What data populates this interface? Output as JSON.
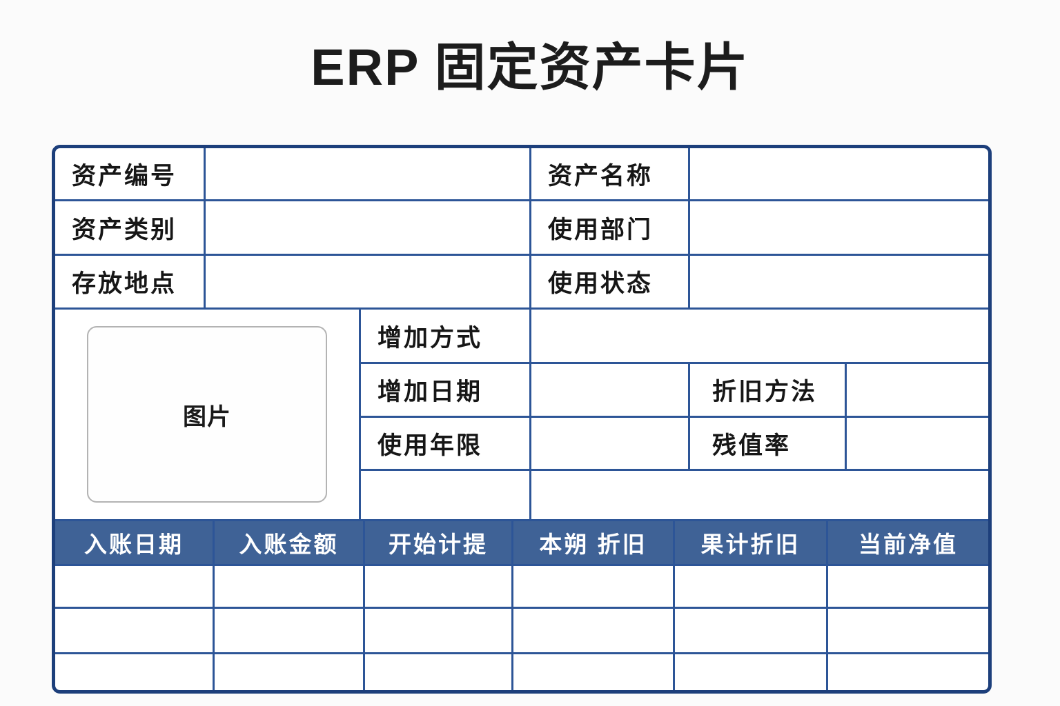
{
  "title": "ERP 固定资产卡片",
  "colors": {
    "line": "#2d5597",
    "outer_border": "#1d3f7b",
    "header_bg": "#3f6296",
    "header_text": "#ffffff",
    "page_bg": "#fbfbfb",
    "label_text": "#161616",
    "image_border": "#b3b3b3"
  },
  "info_rows": [
    {
      "left": {
        "label": "资产编号",
        "value": ""
      },
      "right": {
        "label": "资产名称",
        "value": ""
      }
    },
    {
      "left": {
        "label": "资产类别",
        "value": ""
      },
      "right": {
        "label": "使用部门",
        "value": ""
      }
    },
    {
      "left": {
        "label": "存放地点",
        "value": ""
      },
      "right": {
        "label": "使用状态",
        "value": ""
      }
    }
  ],
  "image_placeholder": {
    "label": "图片"
  },
  "detail_fields": {
    "add_method": {
      "label": "增加方式",
      "value": ""
    },
    "add_date": {
      "label": "增加日期",
      "value": ""
    },
    "depreciation_method": {
      "label": "折旧方法",
      "value": ""
    },
    "useful_life": {
      "label": "使用年限",
      "value": ""
    },
    "residual_rate": {
      "label": "残值率",
      "value": ""
    }
  },
  "ledger": {
    "headers": [
      "入账日期",
      "入账金额",
      "开始计提",
      "本朔 折旧",
      "果计折旧",
      "当前净值"
    ],
    "rows": [
      [
        "",
        "",
        "",
        "",
        "",
        ""
      ],
      [
        "",
        "",
        "",
        "",
        "",
        ""
      ],
      [
        "",
        "",
        "",
        "",
        "",
        ""
      ]
    ]
  }
}
